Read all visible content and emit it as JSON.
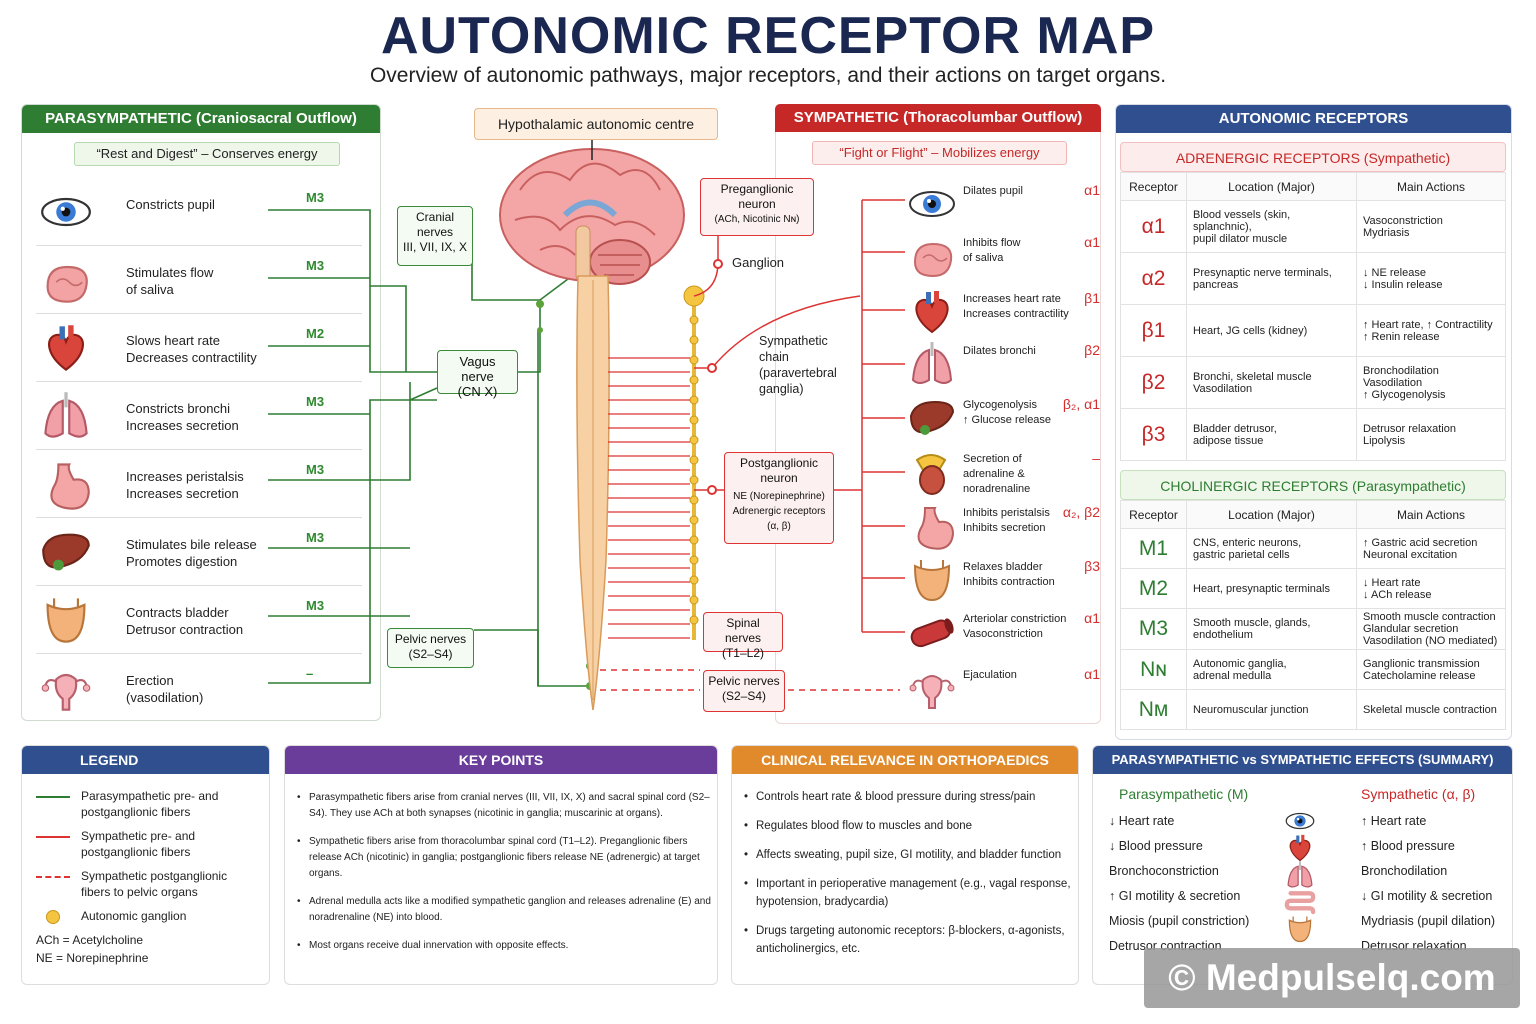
{
  "title": "AUTONOMIC RECEPTOR MAP",
  "subtitle": "Overview of autonomic pathways, major receptors, and their actions on target organs.",
  "colors": {
    "parasympathetic": "#2e7d32",
    "sympathetic": "#c62828",
    "receptors": "#2f4f8f",
    "legend": "#2f4f8f",
    "keypoints": "#6a3d9a",
    "clinical": "#e08a2b",
    "ganglion": "#f5c542"
  },
  "para": {
    "header": "PARASYMPATHETIC (Craniosacral Outflow)",
    "motto": "“Rest and Digest” – Conserves energy",
    "rows": [
      {
        "icon": "eye-icon",
        "text": "Constricts pupil",
        "receptor": "M3"
      },
      {
        "icon": "salivary-gland-icon",
        "text": "Stimulates flow\nof saliva",
        "receptor": "M3"
      },
      {
        "icon": "heart-icon",
        "text": "Slows heart rate\nDecreases contractility",
        "receptor": "M2"
      },
      {
        "icon": "lungs-icon",
        "text": "Constricts bronchi\nIncreases secretion",
        "receptor": "M3"
      },
      {
        "icon": "stomach-icon",
        "text": "Increases peristalsis\nIncreases secretion",
        "receptor": "M3"
      },
      {
        "icon": "liver-icon",
        "text": "Stimulates bile release\nPromotes digestion",
        "receptor": "M3"
      },
      {
        "icon": "bladder-icon",
        "text": "Contracts bladder\nDetrusor contraction",
        "receptor": "M3"
      },
      {
        "icon": "uterus-icon",
        "text": "Erection\n(vasodilation)",
        "receptor": "–"
      }
    ]
  },
  "center": {
    "hypothalamus": "Hypothalamic autonomic centre",
    "cranial_nerves": "Cranial\nnerves\nIII, VII, IX, X",
    "vagus": "Vagus nerve\n(CN X)",
    "pelvic_left": "Pelvic nerves\n(S2–S4)",
    "preganglionic": "Preganglionic\nneuron",
    "preganglionic_sub": "(ACh, Nicotinic Nɴ)",
    "ganglion": "Ganglion",
    "symp_chain": "Sympathetic\nchain\n(paravertebral\nganglia)",
    "postganglionic": "Postganglionic\nneuron",
    "postganglionic_sub": "NE (Norepinephrine)\nAdrenergic receptors\n(α, β)",
    "spinal_nerves": "Spinal nerves\n(T1–L2)",
    "pelvic_right": "Pelvic nerves\n(S2–S4)"
  },
  "symp": {
    "header": "SYMPATHETIC (Thoracolumbar Outflow)",
    "motto": "“Fight or Flight” – Mobilizes energy",
    "rows": [
      {
        "icon": "eye-icon",
        "text": "Dilates pupil",
        "receptor": "α1"
      },
      {
        "icon": "salivary-gland-icon",
        "text": "Inhibits flow\nof saliva",
        "receptor": "α1"
      },
      {
        "icon": "heart-icon",
        "text": "Increases heart rate\nIncreases contractility",
        "receptor": "β1"
      },
      {
        "icon": "lungs-icon",
        "text": "Dilates bronchi",
        "receptor": "β2"
      },
      {
        "icon": "liver-icon",
        "text": "Glycogenolysis\n↑ Glucose release",
        "receptor": "β₂, α1"
      },
      {
        "icon": "adrenal-icon",
        "text": "Secretion of\nadrenaline &\nnoradrenaline",
        "receptor": "–"
      },
      {
        "icon": "stomach-icon",
        "text": "Inhibits peristalsis\nInhibits secretion",
        "receptor": "α₂, β2"
      },
      {
        "icon": "bladder-icon",
        "text": "Relaxes bladder\nInhibits contraction",
        "receptor": "β3"
      },
      {
        "icon": "artery-icon",
        "text": "Arteriolar constriction\nVasoconstriction",
        "receptor": "α1"
      },
      {
        "icon": "uterus-icon",
        "text": "Ejaculation",
        "receptor": "α1"
      }
    ]
  },
  "receptors": {
    "header": "AUTONOMIC RECEPTORS",
    "adrenergic_header": "ADRENERGIC RECEPTORS (Sympathetic)",
    "cholinergic_header": "CHOLINERGIC RECEPTORS (Parasympathetic)",
    "columns": [
      "Receptor",
      "Location (Major)",
      "Main Actions"
    ],
    "adrenergic": [
      {
        "r": "α1",
        "loc": "Blood vessels (skin, splanchnic),\npupil dilator muscle",
        "act": "Vasoconstriction\nMydriasis"
      },
      {
        "r": "α2",
        "loc": "Presynaptic nerve terminals,\npancreas",
        "act": "↓ NE release\n↓ Insulin release"
      },
      {
        "r": "β1",
        "loc": "Heart, JG cells (kidney)",
        "act": "↑ Heart rate, ↑ Contractility\n↑ Renin release"
      },
      {
        "r": "β2",
        "loc": "Bronchi, skeletal muscle\nVasodilation",
        "act": "Bronchodilation\nVasodilation\n↑ Glycogenolysis"
      },
      {
        "r": "β3",
        "loc": "Bladder detrusor,\nadipose tissue",
        "act": "Detrusor relaxation\nLipolysis"
      }
    ],
    "cholinergic": [
      {
        "r": "M1",
        "loc": "CNS, enteric neurons,\ngastric parietal cells",
        "act": "↑ Gastric acid secretion\nNeuronal excitation"
      },
      {
        "r": "M2",
        "loc": "Heart, presynaptic terminals",
        "act": "↓ Heart rate\n↓ ACh release"
      },
      {
        "r": "M3",
        "loc": "Smooth muscle, glands,\nendothelium",
        "act": "Smooth muscle contraction\nGlandular secretion\nVasodilation (NO mediated)"
      },
      {
        "r": "Nɴ",
        "loc": "Autonomic ganglia,\nadrenal medulla",
        "act": "Ganglionic transmission\nCatecholamine release"
      },
      {
        "r": "Nᴍ",
        "loc": "Neuromuscular junction",
        "act": "Skeletal muscle contraction"
      }
    ]
  },
  "legend": {
    "header": "LEGEND",
    "items": [
      {
        "kind": "green",
        "text": "Parasympathetic pre- and\npostganglionic fibers"
      },
      {
        "kind": "red",
        "text": "Sympathetic pre- and\npostganglionic fibers"
      },
      {
        "kind": "reddash",
        "text": "Sympathetic postganglionic\nfibers to pelvic organs"
      },
      {
        "kind": "dot",
        "text": "Autonomic ganglion"
      }
    ],
    "abbr1": "ACh = Acetylcholine",
    "abbr2": "NE = Norepinephrine"
  },
  "keypoints": {
    "header": "KEY POINTS",
    "items": [
      "Parasympathetic fibers arise from cranial nerves (III, VII, IX, X) and sacral spinal cord (S2–S4). They use ACh at both synapses (nicotinic in ganglia; muscarinic at organs).",
      "Sympathetic fibers arise from thoracolumbar spinal cord (T1–L2). Preganglionic fibers release ACh (nicotinic) in ganglia; postganglionic fibers release NE (adrenergic) at target organs.",
      "Adrenal medulla acts like a modified sympathetic ganglion and releases adrenaline (E) and noradrenaline (NE) into blood.",
      "Most organs receive dual innervation with opposite effects."
    ]
  },
  "clinical": {
    "header": "CLINICAL RELEVANCE IN ORTHOPAEDICS",
    "items": [
      "Controls heart rate & blood pressure during stress/pain",
      "Regulates blood flow to muscles and bone",
      "Affects sweating, pupil size, GI motility, and bladder function",
      "Important in perioperative management (e.g., vagal response, hypotension, bradycardia)",
      "Drugs targeting autonomic receptors: β-blockers, α-agonists, anticholinergics, etc."
    ]
  },
  "summary": {
    "header": "PARASYMPATHETIC vs SYMPATHETIC EFFECTS (SUMMARY)",
    "left_header": "Parasympathetic (M)",
    "right_header": "Sympathetic (α, β)",
    "left": [
      "↓ Heart rate",
      "↓ Blood pressure",
      "Bronchoconstriction",
      "↑ GI motility & secretion",
      "Miosis (pupil constriction)",
      "Detrusor contraction"
    ],
    "right": [
      "↑ Heart rate",
      "↑ Blood pressure",
      "Bronchodilation",
      "↓ GI motility & secretion",
      "Mydriasis (pupil dilation)",
      "Detrusor relaxation"
    ],
    "icons": [
      "eye-icon",
      "heart-icon",
      "lungs-icon",
      "intestine-icon",
      "bladder-icon"
    ]
  },
  "watermark": "© Medpulselq.com"
}
